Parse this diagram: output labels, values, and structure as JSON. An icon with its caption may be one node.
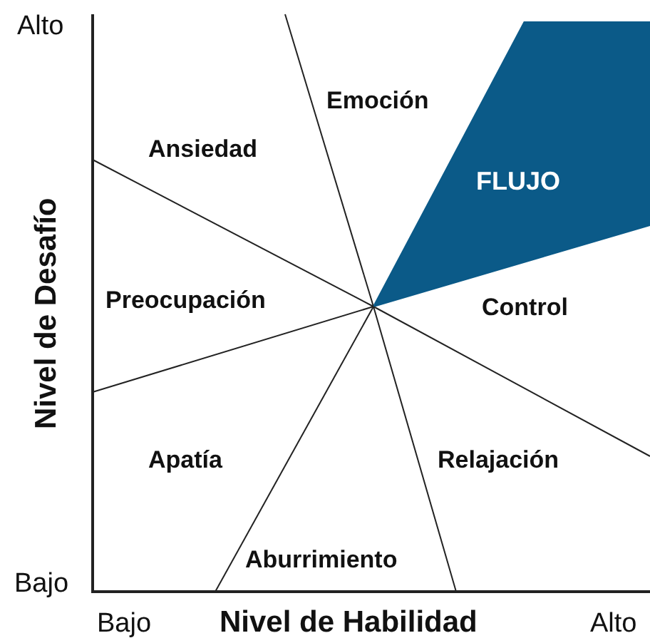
{
  "diagram": {
    "nodes": [
      {
        "text": [
          "FLUJO"
        ]
      }
    ],
    "labels": [
      "Alto",
      "Emoción",
      "Ansiedad",
      "Preocupación",
      "Control",
      "Apatía",
      "Relajación",
      "Aburrimiento",
      "Bajo",
      "Nivel de Desafío",
      "Bajo",
      "Nivel de Habilidad",
      "Alto"
    ]
  }
}
